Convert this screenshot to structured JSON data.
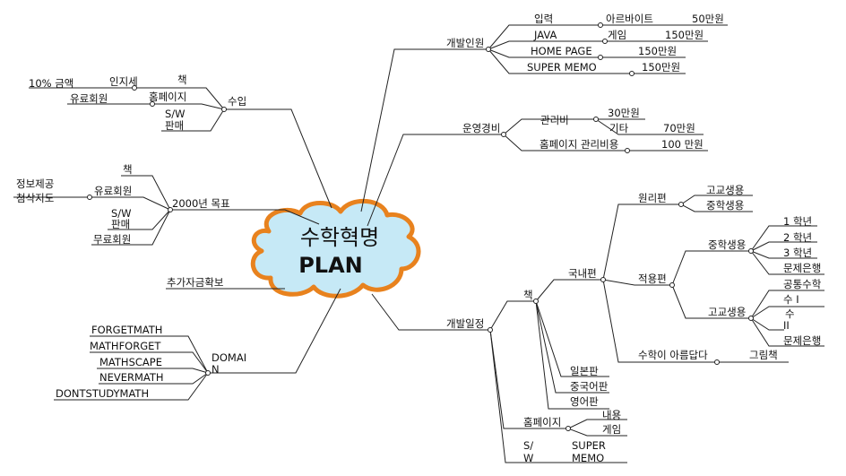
{
  "center": {
    "title": "수학혁명",
    "subtitle": "PLAN"
  },
  "left": {
    "income": {
      "label": "수입",
      "book": "책",
      "royalty": "인지세",
      "pct": "10% 금액",
      "homepage": "홈페이지",
      "paid_member": "유료회원",
      "sw": "S/W",
      "sales": "판매"
    },
    "goal2000": {
      "label": "2000년 목표",
      "book": "책",
      "paid_member": "유료회원",
      "info": "정보제공",
      "correction": "첨삭지도",
      "sw": "S/W",
      "sales": "판매",
      "free_member": "무료회원"
    },
    "funding": {
      "label": "추가자금확보"
    },
    "domain": {
      "label1": "DOMAI",
      "label2": "N",
      "items": [
        "FORGETMATH",
        "MATHFORGET",
        "MATHSCAPE",
        "NEVERMATH",
        "DONTSTUDYMATH"
      ]
    }
  },
  "right": {
    "staff": {
      "label": "개발인원",
      "input": "입력",
      "part_time": "아르바이트",
      "part_time_cost": "50만원",
      "java": "JAVA",
      "game": "게임",
      "game_cost": "150만원",
      "homepage": "HOME PAGE",
      "homepage_cost": "150만원",
      "supermemo": "SUPER MEMO",
      "supermemo_cost": "150만원"
    },
    "ops": {
      "label": "운영경비",
      "mgmt": "관리비",
      "mgmt_cost": "30만원",
      "etc": "기타",
      "etc_cost": "70만원",
      "hp_mgmt": "홈페이지 관리비용",
      "hp_mgmt_cost": "100 만원"
    },
    "schedule": {
      "label": "개발일정",
      "book": "책",
      "domestic": "국내편",
      "principle": "원리편",
      "hs_student": "고교생용",
      "ms_student": "중학생용",
      "applied": "적용편",
      "ms_student2": "중학생용",
      "grade1": "1 학년",
      "grade2": "2 학년",
      "grade3": "3 학년",
      "problem_bank": "문제은행",
      "hs_student2": "고교생용",
      "common_math": "공통수학",
      "su1": "수 I",
      "su2a": "수",
      "su2b": "II",
      "problem_bank2": "문제은행",
      "beautiful": "수학이 아름답다",
      "picture_book": "그림책",
      "japan": "일본판",
      "china": "중국어판",
      "english": "영어판",
      "homepage": "홈페이지",
      "content": "내용",
      "game": "게임",
      "sw1": "S/",
      "sw2": "W",
      "supermemo1": "SUPER",
      "supermemo2": "MEMO"
    }
  },
  "colors": {
    "cloud_fill": "#c6e9f6",
    "cloud_stroke": "#e8821e",
    "line": "#222222"
  }
}
